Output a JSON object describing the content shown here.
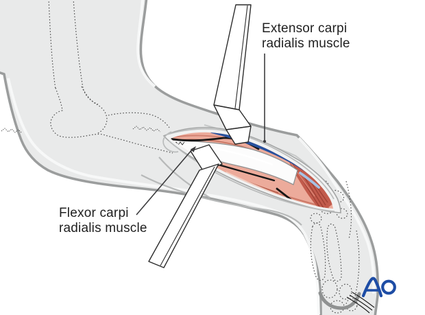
{
  "figure": {
    "labels": {
      "extensor": "Extensor carpi\nradialis muscle",
      "flexor": "Flexor carpi\nradialis muscle"
    },
    "logo_text": "AO",
    "colors": {
      "skin_fill": "#e9eaea",
      "outline_gray": "#9b9d9d",
      "muscle_pink": "#ecab9b",
      "deep_muscle_red": "#c25b4c",
      "vein_blue": "#27519e",
      "vein_light_blue": "#a5c2e4",
      "bone_white": "#fcfcfc",
      "logo_blue": "#1e4da5",
      "label_text": "#1f1f1f"
    }
  }
}
